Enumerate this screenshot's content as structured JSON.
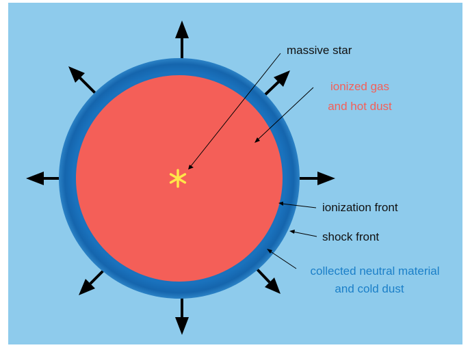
{
  "colors": {
    "background": "#8ecbec",
    "outer_shell": "#1a72bd",
    "ionized_region": "#f45f58",
    "star": "#ffe64a",
    "arrow": "#000000",
    "label_default": "#111111",
    "label_ionized": "#f45f58",
    "label_neutral": "#1b7fc8"
  },
  "labels": {
    "massive_star": "massive star",
    "ionized_gas_line1": "ionized gas",
    "ionized_gas_line2": "and hot dust",
    "ionization_front": "ionization front",
    "shock_front": "shock front",
    "collected_line1": "collected neutral material",
    "collected_line2": "and cold dust"
  },
  "icons": {
    "star": "asterisk-star-icon",
    "expansion_arrows": "arrow-icon"
  }
}
